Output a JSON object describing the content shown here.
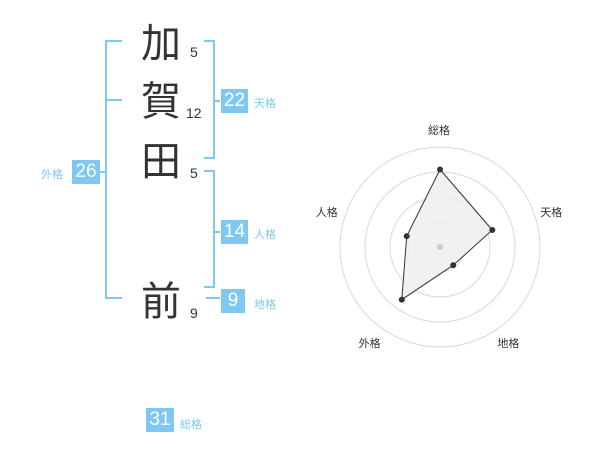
{
  "name": {
    "characters": [
      {
        "char": "加",
        "strokes": "5"
      },
      {
        "char": "賀",
        "strokes": "12"
      },
      {
        "char": "田",
        "strokes": "5"
      },
      {
        "char": "前",
        "strokes": "9"
      }
    ]
  },
  "fortunes": {
    "tenkaku": {
      "value": "22",
      "label": "天格"
    },
    "jinkaku": {
      "value": "14",
      "label": "人格"
    },
    "chikaku": {
      "value": "9",
      "label": "地格"
    },
    "gaikaku": {
      "value": "26",
      "label": "外格"
    },
    "soukaku": {
      "value": "31",
      "label": "総格"
    }
  },
  "colors": {
    "accent": "#7ec8f2",
    "text": "#333333",
    "grid": "#d9d9d9",
    "polygon_fill": "#f0f0f0"
  },
  "chart_data": {
    "type": "radar",
    "axes": [
      "総格",
      "天格",
      "地格",
      "外格",
      "人格"
    ],
    "values": [
      31,
      22,
      9,
      26,
      14
    ],
    "rmax": 40,
    "rings": 4,
    "grid": true
  }
}
